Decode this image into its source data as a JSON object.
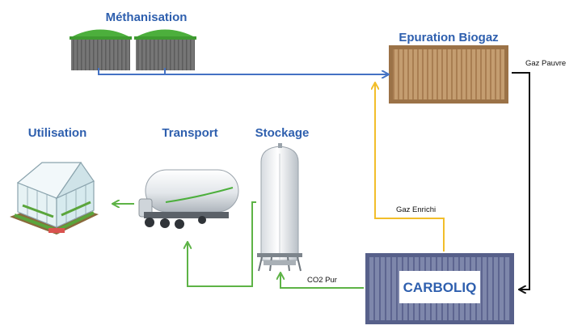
{
  "labels": {
    "methanisation": "Méthanisation",
    "epuration": "Epuration  Biogaz",
    "utilisation": "Utilisation",
    "transport": "Transport",
    "stockage": "Stockage",
    "carboliq": "CARBOLIQ"
  },
  "flows": {
    "gaz_pauvre": "Gaz Pauvre",
    "gaz_enrichi": "Gaz Enrichi",
    "co2_pur": "CO2 Pur"
  },
  "colors": {
    "title_blue": "#2e5fae",
    "biogas_arrow": "#4472c4",
    "enriched_arrow": "#f2be2a",
    "co2_arrow": "#5db346",
    "poor_gas_arrow": "#111111",
    "digester_top": "#4caf3c",
    "digester_body": "#707070",
    "container_brown": "#c19a6b",
    "container_blue": "#7a83a8"
  },
  "icons": {
    "greenhouse": "greenhouse-icon",
    "tanker": "tanker-truck-icon",
    "silo": "storage-tank-icon"
  }
}
